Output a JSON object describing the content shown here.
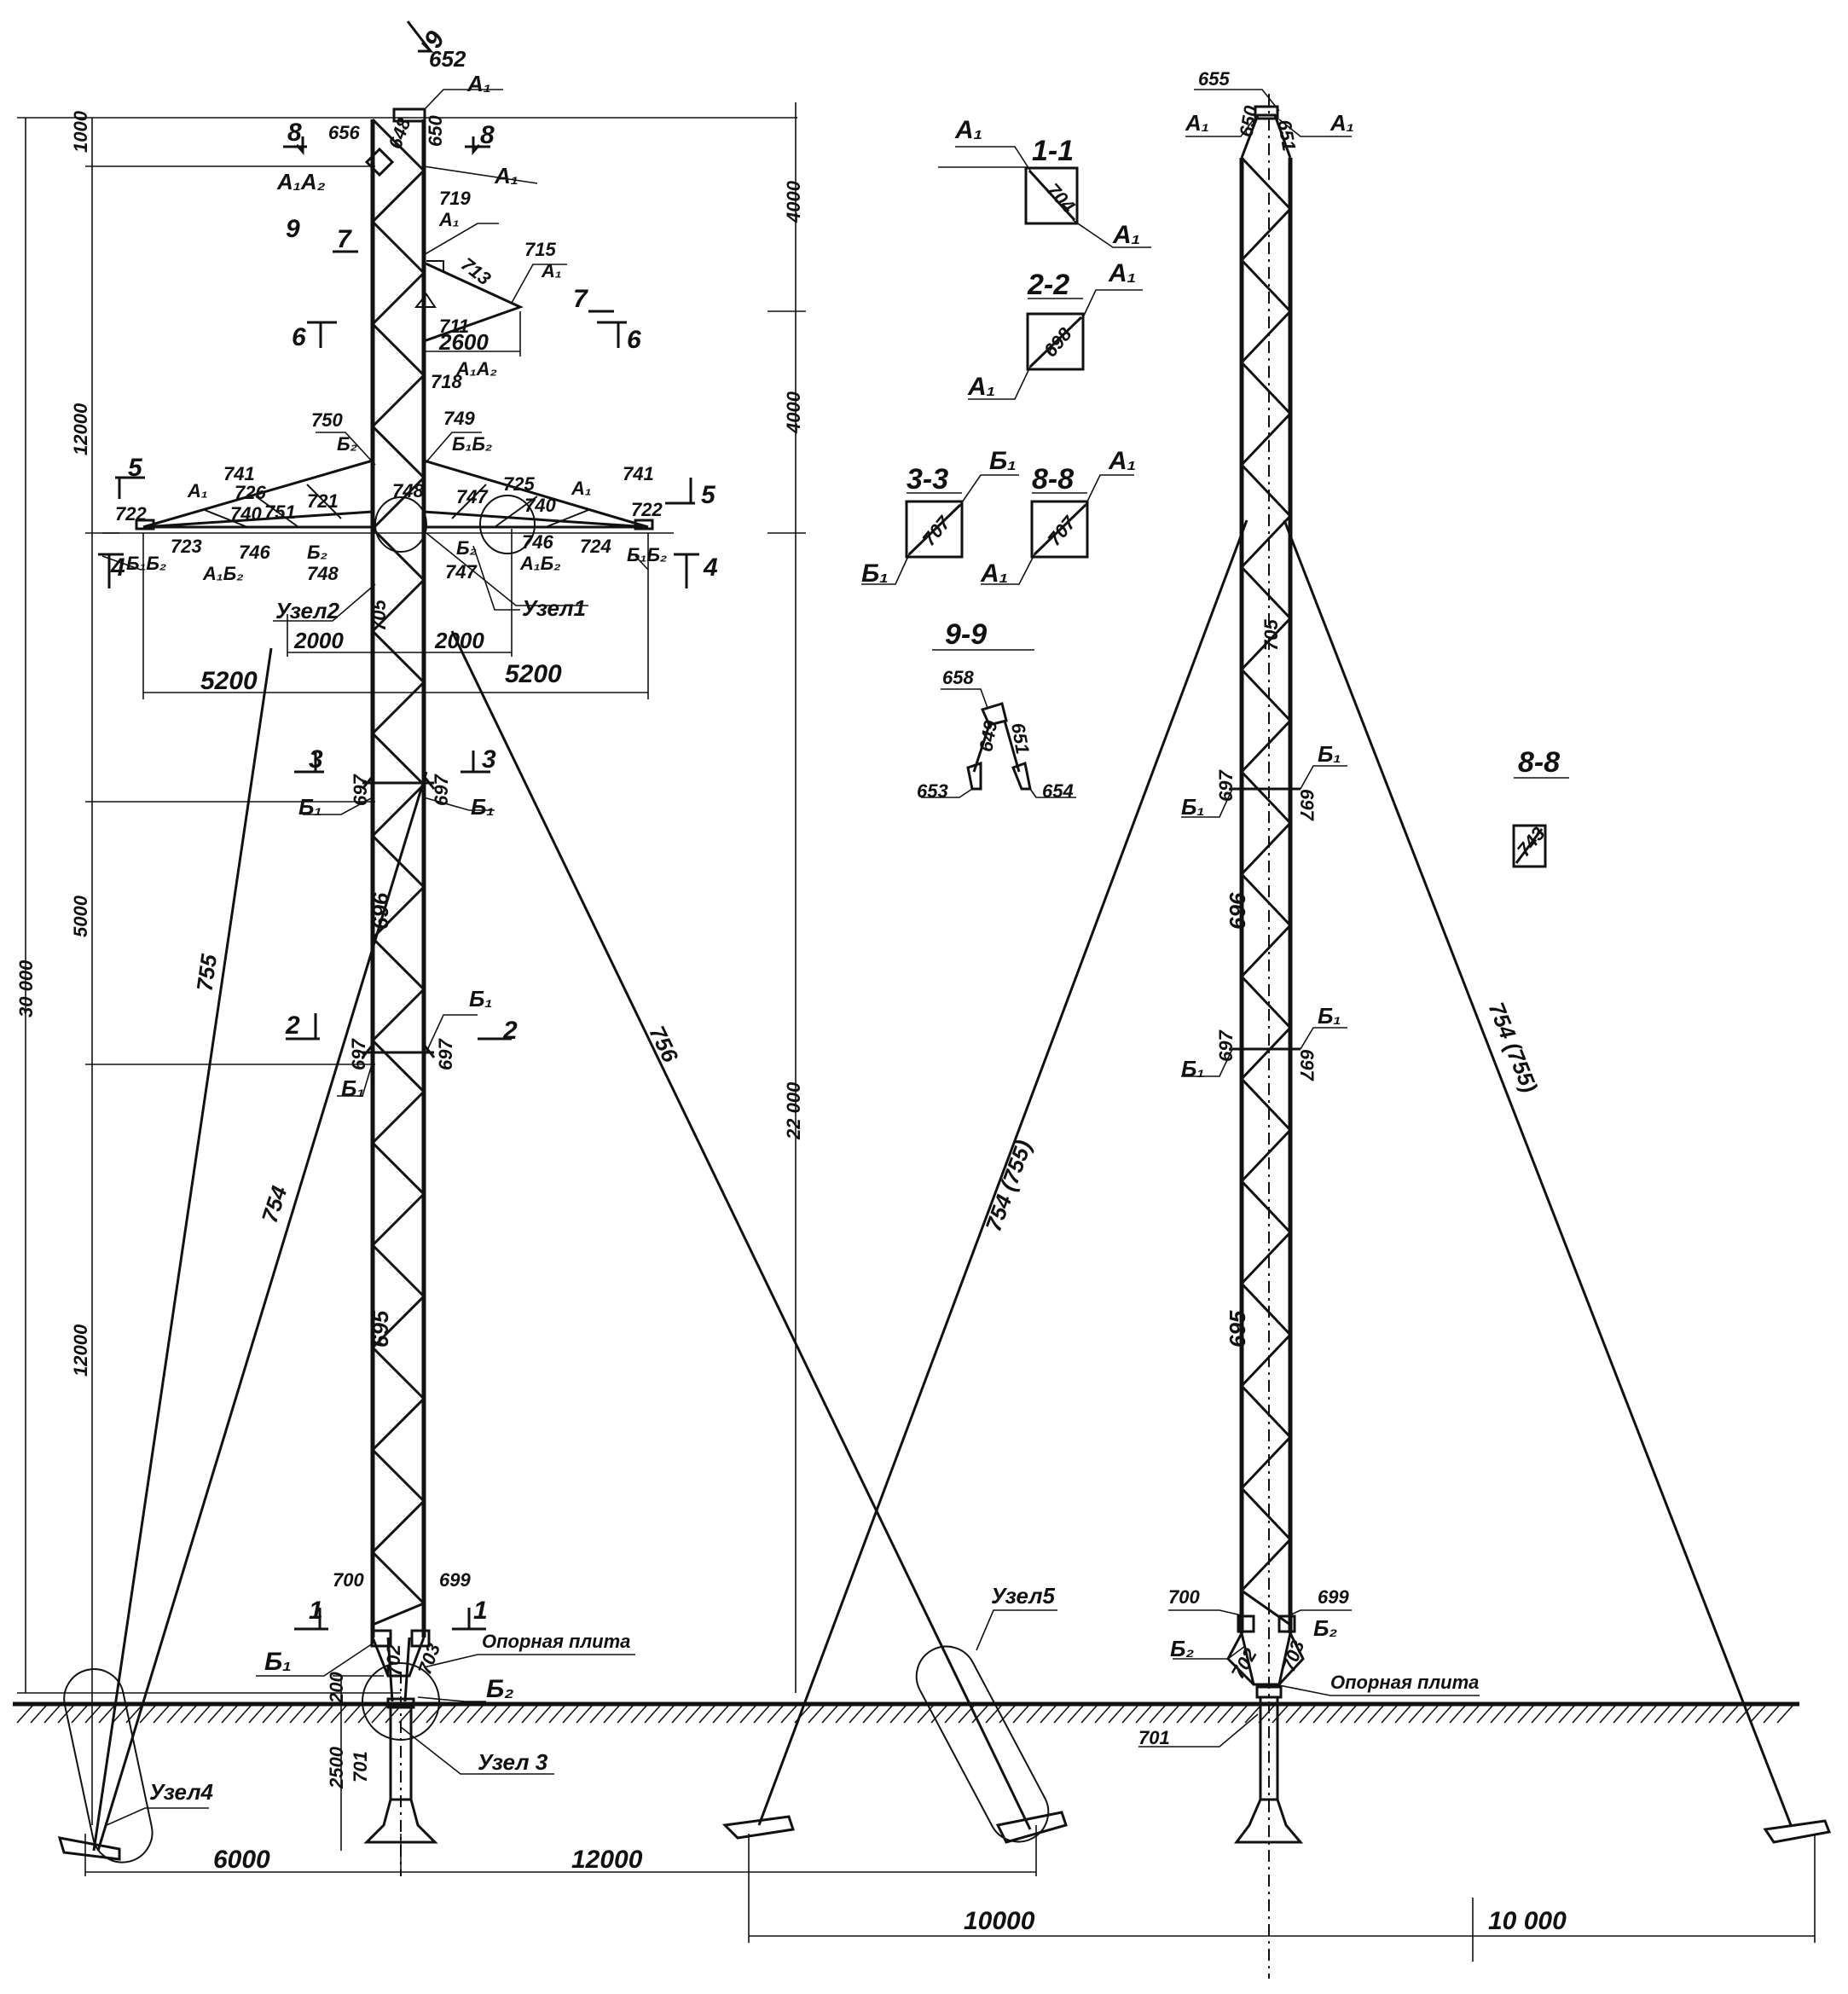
{
  "left_view": {
    "heights": {
      "total": "30 000",
      "top_seg": "1000",
      "seg_12000": "12000",
      "seg_5000": "5000",
      "seg_12000_low": "12000",
      "right_4000a": "4000",
      "right_4000b": "4000",
      "right_22000": "22 000",
      "foundation_200": "200",
      "foundation_2500": "2500"
    },
    "spans": {
      "left_6000": "6000",
      "right_12000": "12000",
      "arm_5200_left": "5200",
      "arm_5200_right": "5200",
      "arm_2000_left": "2000",
      "arm_2000_right": "2000",
      "bracket_2600": "2600"
    },
    "parts": {
      "p652": "652",
      "p656": "656",
      "p650": "650",
      "p648": "648",
      "p719": "719",
      "p713": "713",
      "p715": "715",
      "p711": "711",
      "p718": "718",
      "p750": "750",
      "p749": "749",
      "p741a": "741",
      "p741b": "741",
      "p726": "726",
      "p740a": "740",
      "p740b": "740",
      "p722a": "722",
      "p722b": "722",
      "p723": "723",
      "p724": "724",
      "p746a": "746",
      "p746b": "746",
      "p748": "748",
      "p747": "747",
      "p751": "751",
      "p721": "721",
      "p725": "725",
      "p705": "705",
      "p697a": "697",
      "p697b": "697",
      "p697c": "697",
      "p697d": "697",
      "p696": "696",
      "p695": "695",
      "p755": "755",
      "p754": "754",
      "p756": "756",
      "p700": "700",
      "p699": "699",
      "p702": "702",
      "p703": "703",
      "p701": "701"
    },
    "marks": {
      "A1": "A₁",
      "A1A2": "A₁A₂",
      "B1": "Б₁",
      "B2": "Б₂",
      "B1B2": "Б₁Б₂",
      "A1B2": "A₁Б₂"
    },
    "sections": {
      "s8": "8",
      "s9": "9",
      "s7": "7",
      "s6": "6",
      "s5": "5",
      "s4": "4",
      "s3": "3",
      "s2": "2",
      "s1": "1"
    },
    "nodes": {
      "n1": "Узел1",
      "n2": "Узел2",
      "n3": "Узел 3",
      "n4": "Узел4",
      "n5": "Узел5"
    },
    "base_plate": "Опорная плита"
  },
  "sections_panel": {
    "t11": "1-1",
    "t22": "2-2",
    "t33": "3-3",
    "t88": "8-8",
    "t99": "9-9",
    "t88b": "8-8",
    "box11": "704",
    "box22": "698",
    "box33": "707",
    "box88": "707",
    "box88b": "743",
    "p658": "658",
    "p649": "649",
    "p651": "651",
    "p653": "653",
    "p654": "654"
  },
  "right_view": {
    "parts": {
      "p655": "655",
      "p650": "650",
      "p651": "651",
      "p705": "705",
      "p697a": "697",
      "p697b": "697",
      "p697c": "697",
      "p697d": "697",
      "p696": "696",
      "p695": "695",
      "p700": "700",
      "p699": "699",
      "p702": "702",
      "p703": "703",
      "p701": "701",
      "g1": "754 (755)",
      "g2": "754 (755)"
    },
    "spans": {
      "left": "10000",
      "right": "10 000"
    },
    "base_plate": "Опорная плита"
  }
}
